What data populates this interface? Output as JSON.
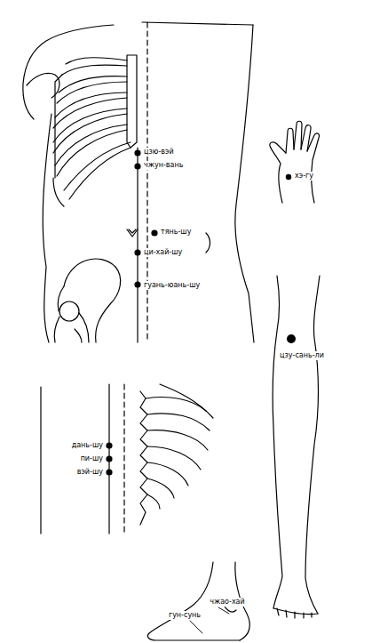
{
  "diagram": {
    "labels": [
      "цзю-вэй",
      "чжун-вань",
      "тянь-шу",
      "ци-хай-шу",
      "гуань-юань-шу",
      "хэ-гу",
      "цзу-сань-ли",
      "дань-шу",
      "пи-шу",
      "вэй-шу",
      "чжао-хай",
      "гун-сунь"
    ]
  }
}
